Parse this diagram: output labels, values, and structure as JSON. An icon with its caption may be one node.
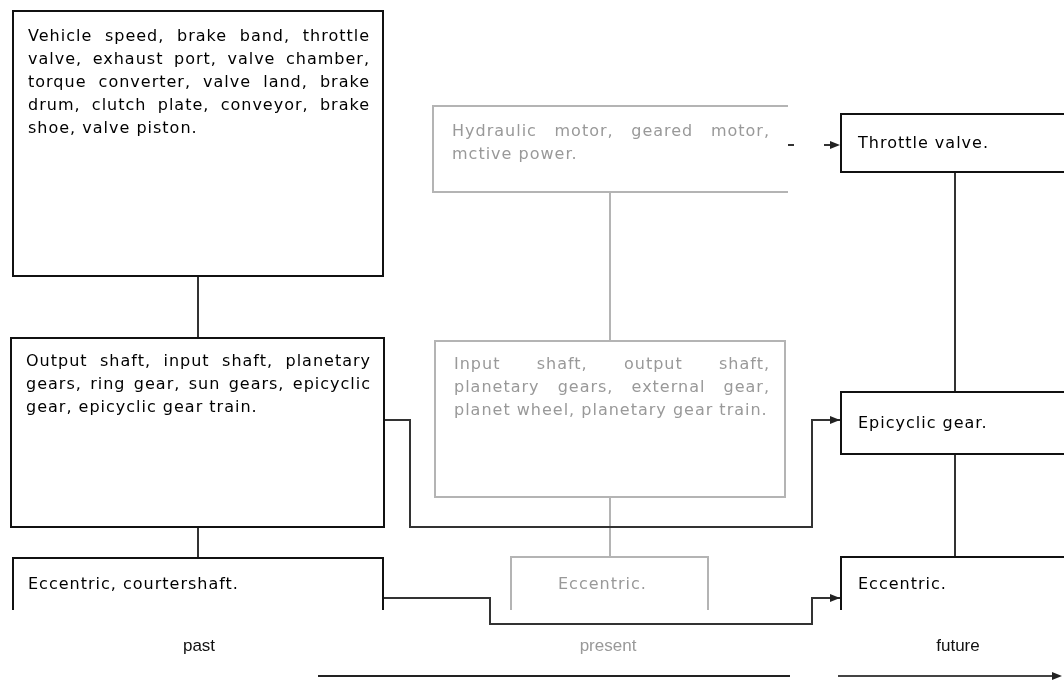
{
  "diagram": {
    "nodes": [
      {
        "text": [
          "Vehicle speed, brake band, throttle valve, exhaust port, valve chamber, torque converter, valve land, brake drum, clutch plate, conveyor, brake shoe, valve piston."
        ]
      },
      {
        "text": [
          "Output shaft, input shaft, planetary gears, ring gear, sun gears, epicyclic gear, epicyclic gear train."
        ]
      },
      {
        "text": [
          "Eccentric, courtershaft."
        ]
      },
      {
        "text": [
          "Hydraulic motor, geared motor, mctive power."
        ]
      },
      {
        "text": [
          "Input shaft, output shaft, planetary gears, external gear, planet wheel, planetary gear train."
        ]
      },
      {
        "text": [
          "Eccentric."
        ]
      },
      {
        "text": [
          "Throttle valve."
        ]
      },
      {
        "text": [
          "Epicyclic gear."
        ]
      },
      {
        "text": [
          "Eccentric."
        ]
      }
    ],
    "edges": [
      {
        "from": 0,
        "to": 1,
        "arrow": "none"
      },
      {
        "from": 1,
        "to": 2,
        "arrow": "none"
      },
      {
        "from": 3,
        "to": 4,
        "arrow": "none",
        "color": "#b4b4b4"
      },
      {
        "from": 4,
        "to": 5,
        "arrow": "none",
        "color": "#b4b4b4"
      },
      {
        "from": 6,
        "to": 7,
        "arrow": "none"
      },
      {
        "from": 7,
        "to": 8,
        "arrow": "none"
      },
      {
        "from": 3,
        "to": 6,
        "arrow": "to",
        "style": "dashed"
      },
      {
        "from": 1,
        "to": 7,
        "arrow": "to"
      },
      {
        "from": 2,
        "to": 8,
        "arrow": "to"
      }
    ],
    "labels": [
      "past",
      "present",
      "future"
    ]
  }
}
